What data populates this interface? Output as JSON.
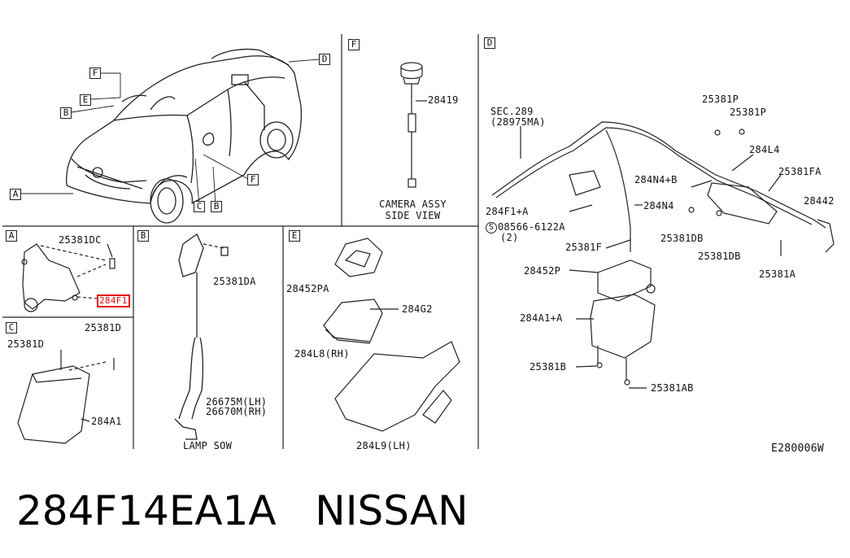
{
  "sections": {
    "A": "A",
    "B": "B",
    "C": "C",
    "D": "D",
    "E": "E",
    "F": "F"
  },
  "overview_callouts": [
    "F",
    "E",
    "B",
    "A",
    "D",
    "C",
    "B",
    "F"
  ],
  "panel_f": {
    "part": "28419",
    "caption_line1": "CAMERA ASSY",
    "caption_line2": "SIDE VIEW"
  },
  "panel_a": {
    "fastener": "25381DC",
    "highlight": "284F1"
  },
  "panel_b": {
    "fastener": "25381DA",
    "harness_lh": "26675M(LH)",
    "harness_rh": "26670M(RH)",
    "caption": "LAMP SOW"
  },
  "panel_c": {
    "fastener_left": "25381D",
    "fastener_right": "25381D",
    "unit": "284A1"
  },
  "panel_e": {
    "cover": "28452PA",
    "lens": "284G2",
    "bracket_rh": "284L8(RH)",
    "bracket_lh": "284L9(LH)"
  },
  "panel_d": {
    "sec_line1": "SEC.289",
    "sec_line2": "(28975MA)",
    "p25381P_1": "25381P",
    "p25381P_2": "25381P",
    "p284L4": "284L4",
    "p25381FA": "25381FA",
    "p284N4B": "284N4+B",
    "p28442": "28442",
    "p284F1A": "284F1+A",
    "p284N4": "284N4",
    "screw": "08566-6122A",
    "screw_qty": "(2)",
    "screw_mark": "S",
    "p25381DB_1": "25381DB",
    "p25381DB_2": "25381DB",
    "p25381F": "25381F",
    "p25381A": "25381A",
    "p28452P": "28452P",
    "p284A1A": "284A1+A",
    "p25381B": "25381B",
    "p25381AB": "25381AB"
  },
  "diagram_code": "E280006W",
  "title": "284F14EA1A   NISSAN"
}
